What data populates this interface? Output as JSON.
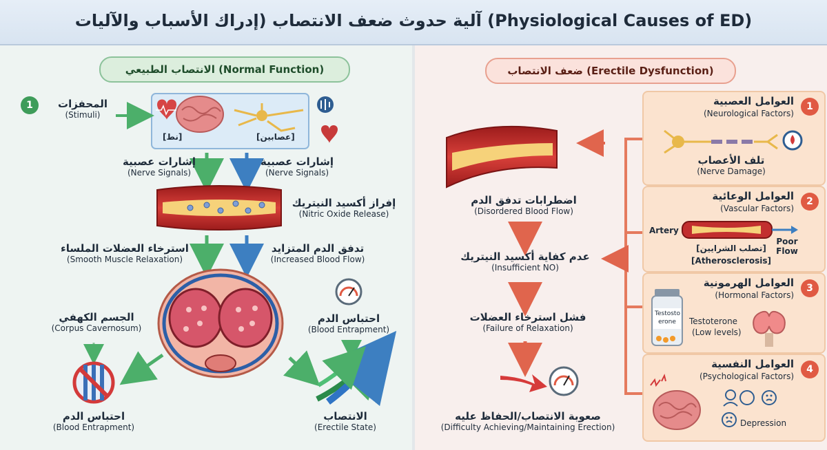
{
  "title": "آلية حدوث ضعف الانتصاب (إدراك الأسباب والآليات (Physiological Causes of ED)",
  "left": {
    "header": "الانتصاب الطبيعي (Normal Function)",
    "step_number": "1",
    "stimuli": {
      "ar": "المحفزات",
      "en": "(Stimuli)"
    },
    "brain_label": "[نط]",
    "nerve_label": "[عصابين]",
    "nerve_signals_left": {
      "ar": "إشارات عصبية",
      "en": "(Nerve Signals)"
    },
    "nerve_signals_right": {
      "ar": "إشارات عصبية",
      "en": "(Nerve Signals)"
    },
    "nitric_oxide": {
      "ar": "إفراز أكسيد النيتريك",
      "en": "(Nitric Oxide Release)"
    },
    "smooth_muscle": {
      "ar": "استرخاء العضلات الملساء",
      "en": "(Smooth Muscle Relaxation)"
    },
    "blood_flow": {
      "ar": "تدفق الدم المتزايد",
      "en": "(Increased Blood Flow)"
    },
    "corpus": {
      "ar": "الجسم الكهفي",
      "en": "(Corpus Cavernosum)"
    },
    "entrapment_right": {
      "ar": "احتباس الدم",
      "en": "(Blood Entrapment)"
    },
    "entrapment_left": {
      "ar": "احتباس الدم",
      "en": "(Blood Entrapment)"
    },
    "erection": {
      "ar": "الانتصاب",
      "en": "(Erectile State)"
    }
  },
  "right": {
    "header": "ضعف الانتصاب (Erectile Dysfunction)",
    "disordered": {
      "ar": "اضطرابات تدفق الدم",
      "en": "(Disordered Blood Flow)"
    },
    "insufficient": {
      "ar": "عدم كفاية أكسيد النيتريك",
      "en": "(Insufficient NO)"
    },
    "failure": {
      "ar": "فشل استرخاء العضلات",
      "en": "(Failure of Relaxation)"
    },
    "difficulty": {
      "ar": "صعوبة الانتصاب/الحفاظ عليه",
      "en": "(Difficulty Achieving/Maintaining Erection)"
    },
    "factors": [
      {
        "num": "1",
        "ar": "العوامل العصبية",
        "en": "(Neurological Factors)",
        "sub_ar": "تلف الأعصاب",
        "sub_en": "(Nerve Damage)"
      },
      {
        "num": "2",
        "ar": "العوامل الوعائية",
        "en": "(Vascular Factors)",
        "artery": "Artery",
        "poor_flow": "Poor Flow",
        "sub_ar": "[تصلب الشرايين]",
        "sub_en": "[Atherosclerosis]"
      },
      {
        "num": "3",
        "ar": "العوامل الهرمونية",
        "en": "(Hormonal Factors)",
        "bottle": "Testosto erone",
        "sub1": "Testoterone",
        "sub2": "(Low levels)"
      },
      {
        "num": "4",
        "ar": "العوامل النفسية",
        "en": "(Psychological Factors)",
        "depression": "Depression"
      }
    ]
  }
}
